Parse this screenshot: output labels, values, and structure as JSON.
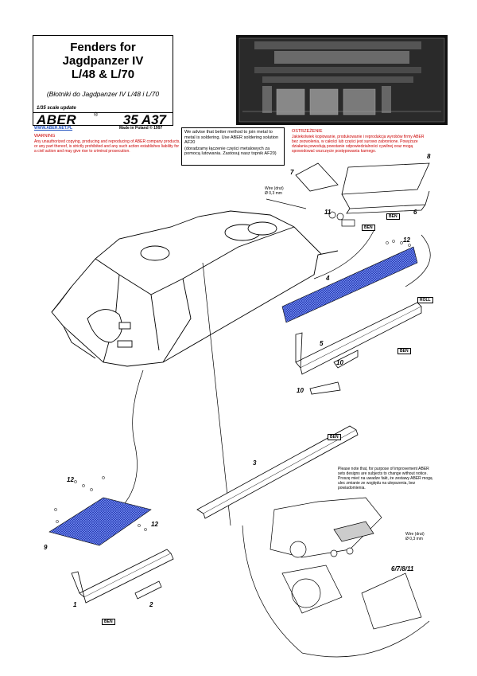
{
  "title": {
    "line1": "Fenders for",
    "line2": "Jagdpanzer IV",
    "line3": "L/48 & L/70",
    "subtitle": "(Błotniki do Jagdpanzer IV L/48 i L/70",
    "scale_note": "1/35 scale update",
    "brand": "ABER",
    "brand_mark": "®",
    "product_code": "35 A37"
  },
  "footer_info": {
    "website": "WWW.ABER.NET.PL",
    "made_in": "Made in Poland © 1997"
  },
  "warning": {
    "title": "WARNING",
    "text": "Any unauthorized copying, producing and reproducing of ABER company products, or any part thereof, is strictly prohibited and any such action establishes liability for a civil action and may give rise to criminal prosecution."
  },
  "advice": {
    "en": "We advise that better method to join metal to metal is soldering. Use ABER soldering solution AF20",
    "pl": "(doradzamy łączenie części metalowych za pomocą lutowania. Zastosuj nasz topnik AF20)"
  },
  "notice_pl": {
    "title": "OSTRZEŻENIE",
    "text": "Jakiekolwiek kopiowanie, produkowanie i reprodukcja wyrobów firmy ABER bez zezwolenia, w całości lub części jest surowo zabronione. Powyższe działania powodują powstanie odpowiedzialności cywilnej oraz mogą spowodować wszczęcie postępowania karnego."
  },
  "improvement_note": "Please note that, for purpose of improvement ABER sets designs are subjects to change without notice. Proszę mieć na uwadze fakt, że zestawy ABER mogą ulec zmianie ze względu na ulepszenia, bez powiadomienia.",
  "wire_label": {
    "line1": "Wire (drut)",
    "line2": "Ø 0,3 mm"
  },
  "part_labels": {
    "p1": "1",
    "p2": "2",
    "p3": "3",
    "p4": "4",
    "p5": "5",
    "p6": "6",
    "p7": "7",
    "p8": "8",
    "p9": "9",
    "p10": "10",
    "p11": "11",
    "p12": "12",
    "p6781": "6/7/8/11"
  },
  "action_tags": {
    "bend": "BEN",
    "roll": "ROLL"
  },
  "colors": {
    "mesh_blue": "#2233aa",
    "mesh_grid": "#7f9cff",
    "warning_red": "#cc0000",
    "link_blue": "#1f4fbf"
  }
}
